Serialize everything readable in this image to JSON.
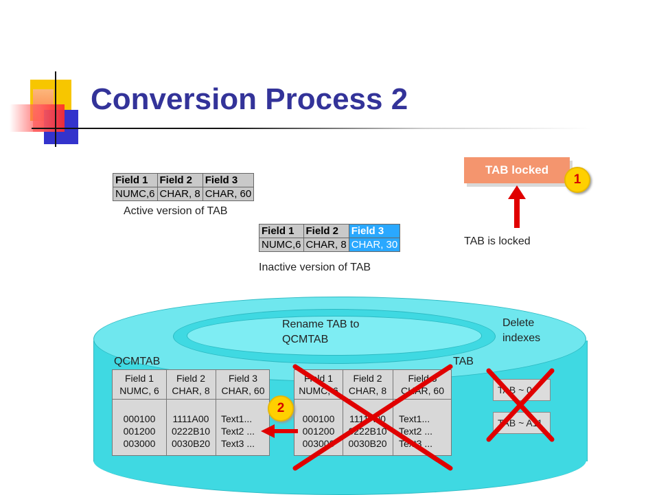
{
  "slide": {
    "title": "Conversion Process 2"
  },
  "active_table": {
    "headers": [
      "Field 1",
      "Field 2",
      "Field 3"
    ],
    "types": [
      "NUMC,6",
      "CHAR, 8",
      "CHAR, 60"
    ],
    "caption": "Active version of TAB"
  },
  "inactive_table": {
    "headers": [
      "Field 1",
      "Field 2",
      "Field 3"
    ],
    "types": [
      "NUMC,6",
      "CHAR, 8",
      "CHAR, 30"
    ],
    "caption": "Inactive version of TAB",
    "highlight_color": "#2aa8ff"
  },
  "lock": {
    "box_label": "TAB locked",
    "badge": "1",
    "caption": "TAB is locked"
  },
  "database": {
    "rename_line1": "Rename TAB to",
    "rename_line2": "QCMTAB",
    "delete_line1": "Delete",
    "delete_line2": "indexes",
    "left_table_name": "QCMTAB",
    "right_table_name": "TAB",
    "step_badge": "2",
    "left_table": {
      "headers": [
        "Field 1",
        "Field 2",
        "Field 3"
      ],
      "types": [
        "NUMC, 6",
        "CHAR, 8",
        "CHAR, 60"
      ],
      "col1": [
        "000100",
        "001200",
        "003000"
      ],
      "col2": [
        "1111A00",
        "0222B10",
        "0030B20"
      ],
      "col3": [
        "Text1...",
        "Text2 ...",
        "Text3 ..."
      ]
    },
    "right_table": {
      "headers": [
        "Field 1",
        "Field 2",
        "Field 3"
      ],
      "types": [
        "NUMC, 6",
        "CHAR, 8",
        "CHAR, 60"
      ],
      "col1": [
        "000100",
        "001200",
        "003000"
      ],
      "col2": [
        "1111A00",
        "0222B10",
        "0030B20"
      ],
      "col3": [
        "Text1...",
        "Text2 ...",
        "Text3 ..."
      ]
    },
    "indexes": [
      "TAB ~ 0",
      "TAB ~ A11"
    ]
  },
  "colors": {
    "title": "#333399",
    "lock_box": "#f4956e",
    "arrow": "#e00000",
    "cross": "#e00000",
    "drum": "#3fd9e2"
  }
}
